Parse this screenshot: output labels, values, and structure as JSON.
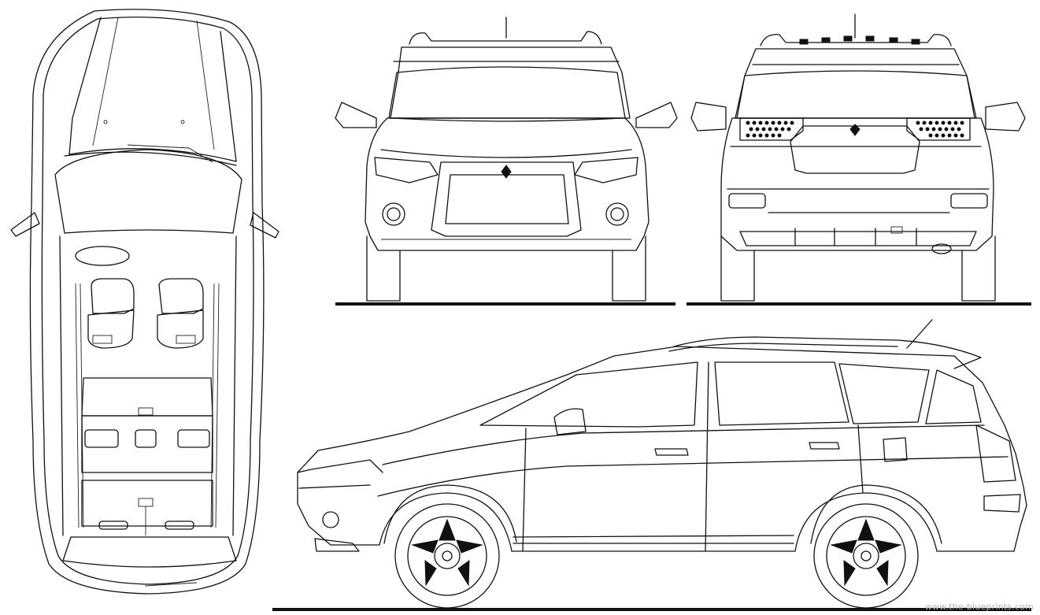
{
  "watermark": "www.the-blueprints.com",
  "views": [
    "top-view",
    "front-view",
    "rear-view",
    "side-view"
  ],
  "colors": {
    "line": "#111111",
    "background": "#ffffff",
    "watermark": "#b8b8b8"
  }
}
